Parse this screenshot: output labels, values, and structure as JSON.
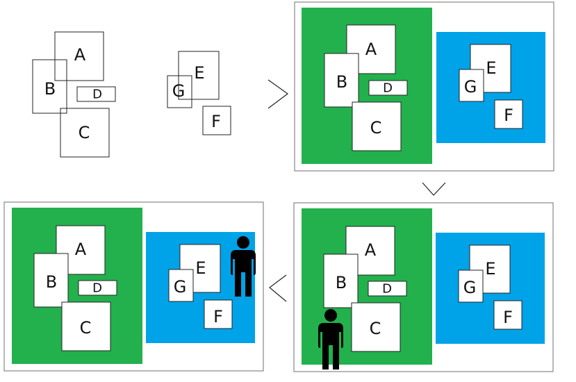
{
  "colors": {
    "green": "#22b14c",
    "blue": "#00a2e8",
    "stroke": "#222222",
    "frame": "#6f6f6f",
    "box": "#ffffff",
    "person": "#000000"
  },
  "labels": {
    "a": "A",
    "b": "B",
    "c": "C",
    "d": "D",
    "e": "E",
    "f": "F",
    "g": "G"
  },
  "arrows": [
    "right-chevron",
    "down-chevron",
    "left-chevron"
  ],
  "icons": [
    "person-icon"
  ]
}
